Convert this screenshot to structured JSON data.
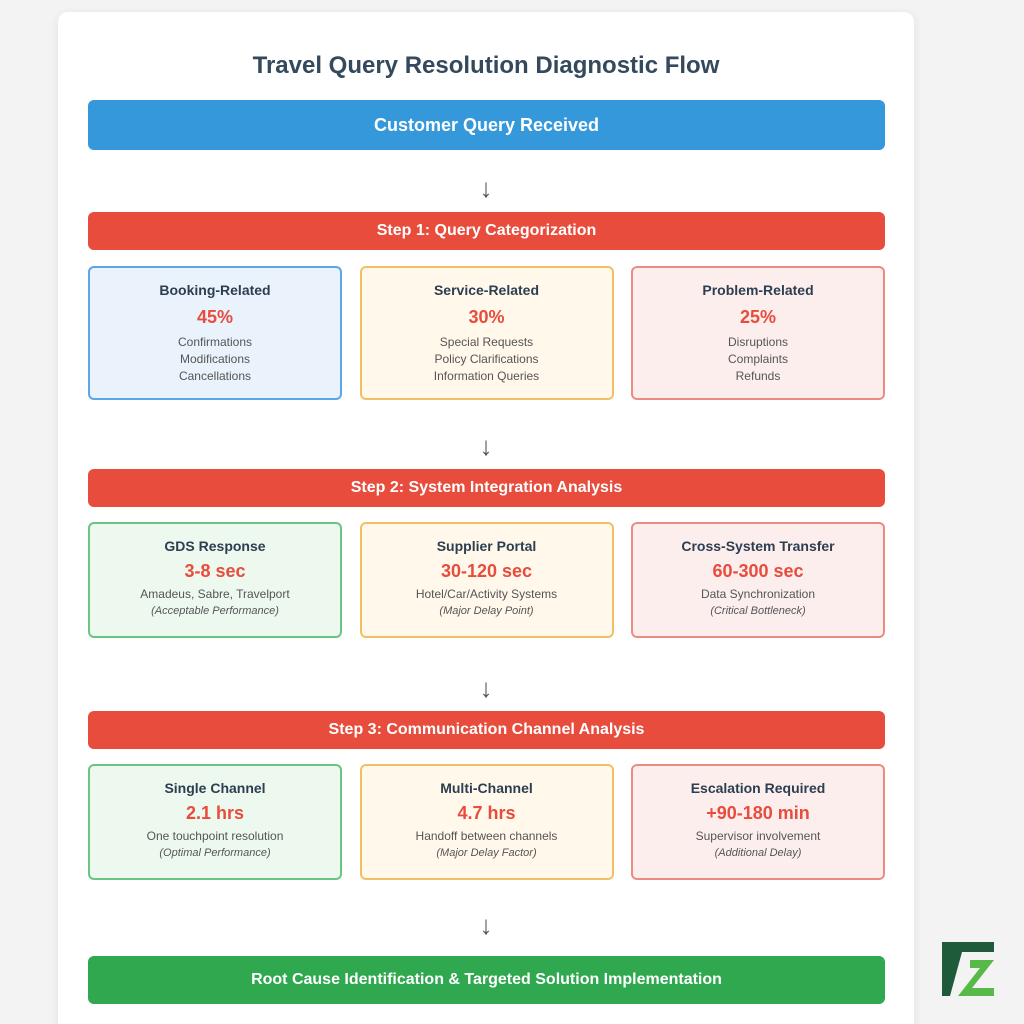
{
  "title": "Travel Query Resolution Diagnostic Flow",
  "start": "Customer Query Received",
  "arrow_glyph": "↓",
  "steps": [
    {
      "label": "Step 1: Query Categorization",
      "boxes": [
        {
          "title": "Booking-Related",
          "value": "45%",
          "lines": [
            "Confirmations",
            "Modifications",
            "Cancellations"
          ]
        },
        {
          "title": "Service-Related",
          "value": "30%",
          "lines": [
            "Special Requests",
            "Policy Clarifications",
            "Information Queries"
          ]
        },
        {
          "title": "Problem-Related",
          "value": "25%",
          "lines": [
            "Disruptions",
            "Complaints",
            "Refunds"
          ]
        }
      ]
    },
    {
      "label": "Step 2: System Integration Analysis",
      "boxes": [
        {
          "title": "GDS Response",
          "value": "3-8 sec",
          "detail": "Amadeus, Sabre, Travelport",
          "note": "(Acceptable Performance)"
        },
        {
          "title": "Supplier Portal",
          "value": "30-120 sec",
          "detail": "Hotel/Car/Activity Systems",
          "note": "(Major Delay Point)"
        },
        {
          "title": "Cross-System Transfer",
          "value": "60-300 sec",
          "detail": "Data Synchronization",
          "note": "(Critical Bottleneck)"
        }
      ]
    },
    {
      "label": "Step 3: Communication Channel Analysis",
      "boxes": [
        {
          "title": "Single Channel",
          "value": "2.1 hrs",
          "detail": "One touchpoint resolution",
          "note": "(Optimal Performance)"
        },
        {
          "title": "Multi-Channel",
          "value": "4.7 hrs",
          "detail": "Handoff between channels",
          "note": "(Major Delay Factor)"
        },
        {
          "title": "Escalation Required",
          "value": "+90-180 min",
          "detail": "Supervisor involvement",
          "note": "(Additional Delay)"
        }
      ]
    }
  ],
  "end": "Root Cause Identification & Targeted Solution Implementation",
  "colors": {
    "start_bar": "#3498db",
    "step_bar": "#e74c3c",
    "end_bar": "#2fa84f",
    "value_text": "#e74c3c",
    "logo_dark": "#1e5b3a",
    "logo_light": "#57b947"
  },
  "logo_icon": "logo-icon"
}
